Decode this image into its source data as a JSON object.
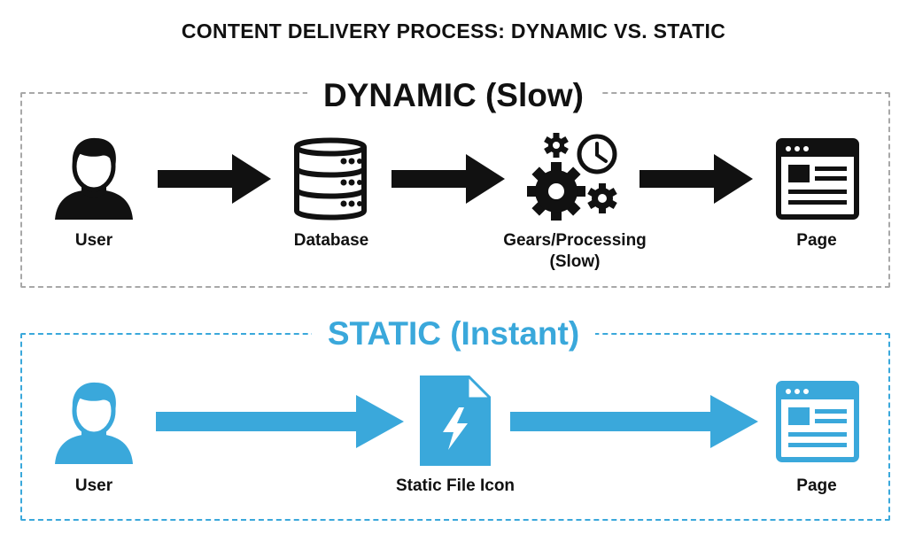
{
  "title": "CONTENT DELIVERY PROCESS: DYNAMIC VS. STATIC",
  "colors": {
    "dynamic": "#111111",
    "static": "#3aa8db",
    "dynamic_border": "#a8a8a8"
  },
  "dynamic": {
    "heading": "DYNAMIC (Slow)",
    "nodes": [
      {
        "label": "User",
        "icon": "user-icon"
      },
      {
        "label": "Database",
        "icon": "database-icon"
      },
      {
        "label": "Gears/Processing\n(Slow)",
        "icon": "gears-clock-icon"
      },
      {
        "label": "Page",
        "icon": "browser-page-icon"
      }
    ]
  },
  "static": {
    "heading": "STATIC (Instant)",
    "nodes": [
      {
        "label": "User",
        "icon": "user-icon"
      },
      {
        "label": "Static File Icon",
        "icon": "static-file-icon"
      },
      {
        "label": "Page",
        "icon": "browser-page-icon"
      }
    ]
  }
}
